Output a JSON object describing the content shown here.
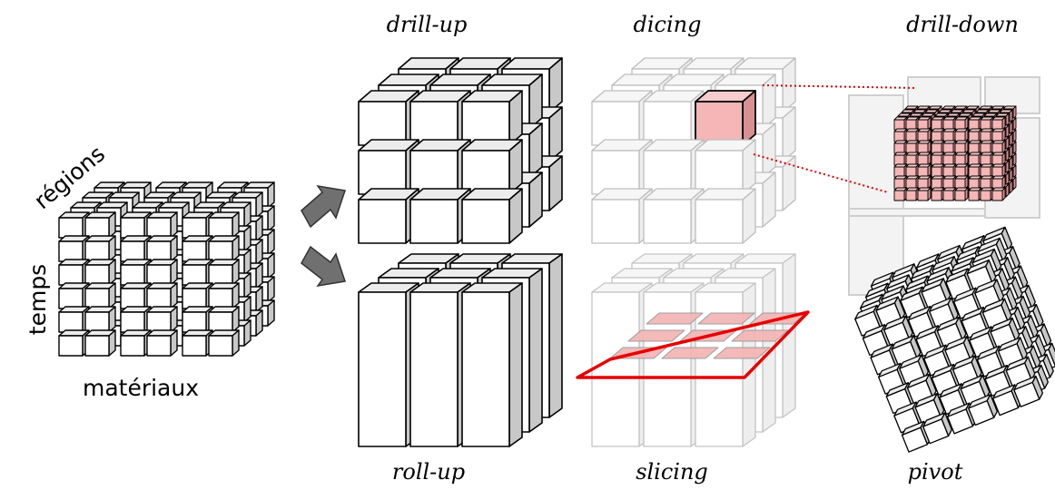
{
  "labels": {
    "drill_up": "drill-up",
    "dicing": "dicing",
    "drill_down": "drill-down",
    "roll_up": "roll-up",
    "slicing": "slicing",
    "pivot": "pivot"
  },
  "axes": {
    "regions": "régions",
    "temps": "temps",
    "materiaux": "matériaux"
  },
  "colors": {
    "highlight_fill": "#f4b6b6",
    "highlight_edge": "#e60000",
    "cube_face": "#ffffff",
    "cube_side": "#c8c8c8",
    "cube_top": "#ececec",
    "arrow": "#707070"
  }
}
